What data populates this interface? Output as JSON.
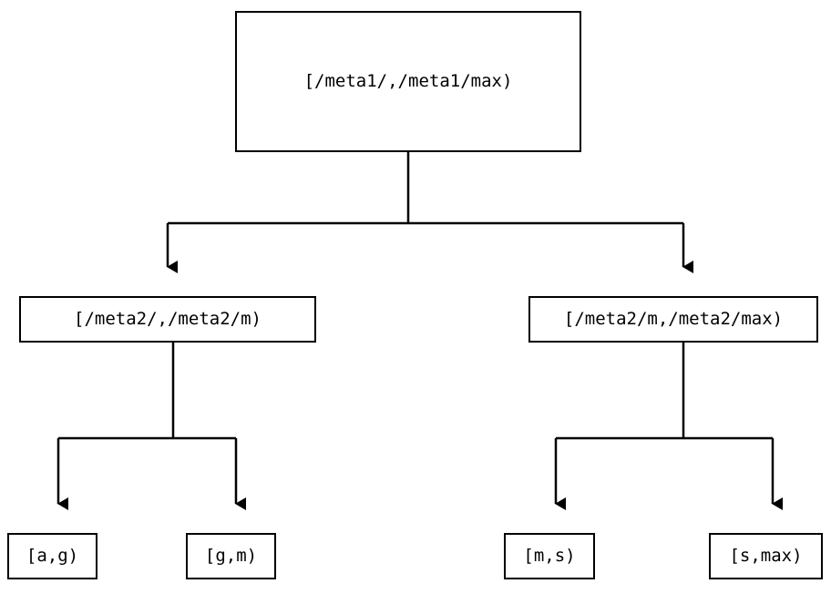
{
  "diagram": {
    "type": "tree",
    "title": "",
    "background_color": "#ffffff",
    "line_color": "#000000",
    "text_color": "#000000",
    "nodes": {
      "root": {
        "label": "[/meta1/,/meta1/max)",
        "level": 0
      },
      "mid_left": {
        "label": "[/meta2/,/meta2/m)",
        "level": 1
      },
      "mid_right": {
        "label": "[/meta2/m,/meta2/max)",
        "level": 1
      },
      "leaf_ag": {
        "label": "[a,g)",
        "level": 2
      },
      "leaf_gm": {
        "label": "[g,m)",
        "level": 2
      },
      "leaf_ms": {
        "label": "[m,s)",
        "level": 2
      },
      "leaf_smax": {
        "label": "[s,max)",
        "level": 2
      }
    },
    "edges": [
      {
        "from": "root",
        "to": "mid_left",
        "arrow": "down-triangle"
      },
      {
        "from": "root",
        "to": "mid_right",
        "arrow": "down-triangle"
      },
      {
        "from": "mid_left",
        "to": "leaf_ag",
        "arrow": "down-triangle"
      },
      {
        "from": "mid_left",
        "to": "leaf_gm",
        "arrow": "down-triangle"
      },
      {
        "from": "mid_right",
        "to": "leaf_ms",
        "arrow": "down-triangle"
      },
      {
        "from": "mid_right",
        "to": "leaf_smax",
        "arrow": "down-triangle"
      }
    ]
  }
}
